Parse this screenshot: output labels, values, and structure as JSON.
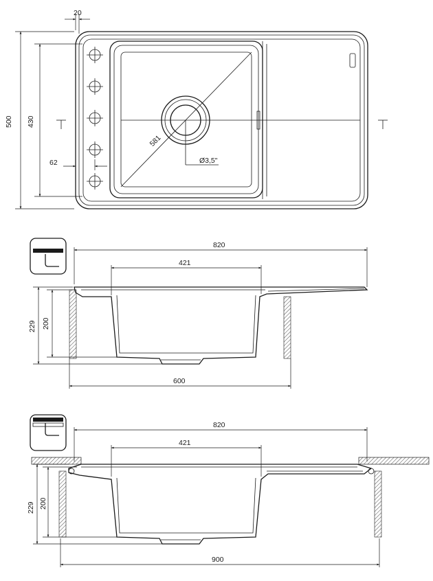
{
  "top_view": {
    "dim_flange_offset": "20",
    "dim_total_depth": "500",
    "dim_bowl_depth": "430",
    "dim_hole_offset": "62",
    "dim_diagonal": "581",
    "dim_drain": "Ø3,5\""
  },
  "section_a": {
    "dim_total_width": "820",
    "dim_bowl_width": "421",
    "dim_total_height": "229",
    "dim_bowl_height": "200",
    "dim_cabinet_width": "600"
  },
  "section_b": {
    "dim_total_width": "820",
    "dim_bowl_width": "421",
    "dim_total_height": "229",
    "dim_bowl_height": "200",
    "dim_cabinet_width": "900"
  },
  "icons": {
    "top_mount": "top-mount-detail-icon",
    "flush_mount": "flush-mount-detail-icon"
  }
}
